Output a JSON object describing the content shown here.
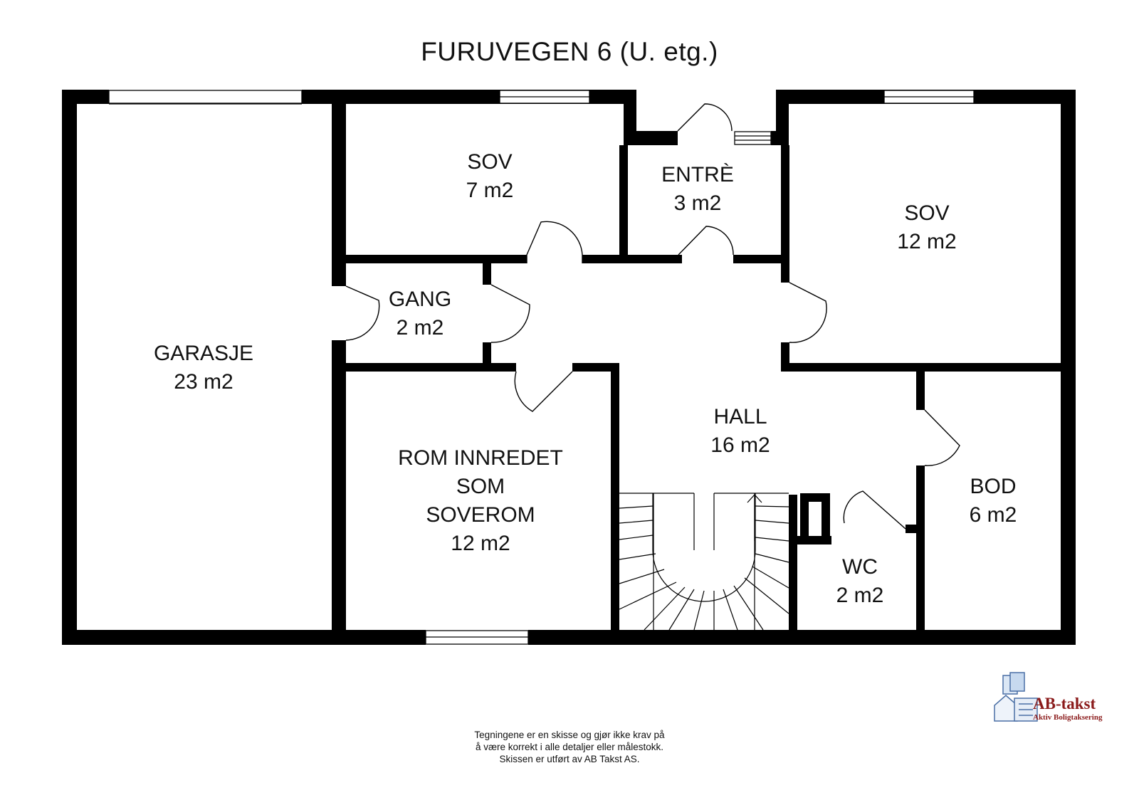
{
  "title": "FURUVEGEN 6  (U. etg.)",
  "rooms": {
    "garasje": {
      "name": "GARASJE",
      "area": "23 m2"
    },
    "sov_small": {
      "name": "SOV",
      "area": "7 m2"
    },
    "entre": {
      "name": "ENTRÈ",
      "area": "3 m2"
    },
    "sov_large": {
      "name": "SOV",
      "area": "12 m2"
    },
    "gang": {
      "name": "GANG",
      "area": "2 m2"
    },
    "hall": {
      "name": "HALL",
      "area": "16 m2"
    },
    "rom": {
      "line1": "ROM INNREDET",
      "line2": "SOM",
      "line3": "SOVEROM",
      "area": "12 m2"
    },
    "bod": {
      "name": "BOD",
      "area": "6 m2"
    },
    "wc": {
      "name": "WC",
      "area": "2 m2"
    }
  },
  "disclaimer": {
    "line1": "Tegningene er en skisse og gjør ikke krav på",
    "line2": "å være korrekt i alle detaljer eller målestokk.",
    "line3": "Skissen er utført av AB Takst AS."
  },
  "logo": {
    "name": "AB-takst",
    "subtitle": "Aktiv Boligtaksering",
    "icon": "house-documents-icon"
  },
  "colors": {
    "wall": "#000000",
    "logo": "#8b1b1b"
  }
}
